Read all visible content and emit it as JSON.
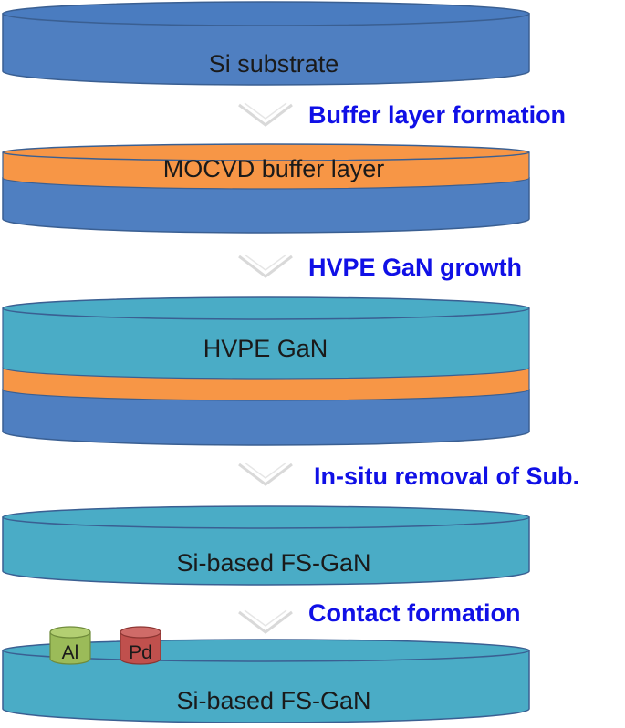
{
  "colors": {
    "si_side": "#4f7fc1",
    "si_top": "#4a7cc0",
    "buffer_side": "#f79646",
    "gan_side": "#4aacc6",
    "outline": "#3a5f92",
    "step_text": "#1010e6",
    "al_pad": "#9bbb59",
    "pd_pad": "#c0504d",
    "arrow": "#d9d9d9"
  },
  "stages": [
    {
      "label": "Si substrate"
    },
    {
      "label": "MOCVD buffer layer",
      "step": "Buffer layer formation"
    },
    {
      "label": "HVPE GaN",
      "step": "HVPE GaN growth"
    },
    {
      "label": "Si-based FS-GaN",
      "step": "In-situ removal of Sub."
    },
    {
      "label": "Si-based FS-GaN",
      "step": "Contact formation"
    }
  ],
  "contacts": [
    {
      "label": "Al",
      "color": "#9bbb59"
    },
    {
      "label": "Pd",
      "color": "#c0504d"
    }
  ]
}
